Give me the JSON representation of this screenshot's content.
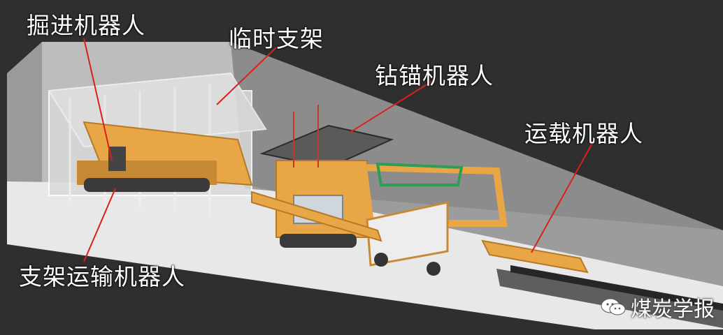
{
  "labels": {
    "excavator": "掘进机器人",
    "temp_support": "临时支架",
    "drill_anchor": "钻锚机器人",
    "carrier": "运载机器人",
    "support_transport": "支架运输机器人"
  },
  "watermark": "煤炭学报",
  "colors": {
    "background": "#3a3a3a",
    "tunnel_wall": "#c9c9c9",
    "floor": "#e6e6e6",
    "machine": "#e9a646",
    "leader_line": "#d8211a",
    "text": "#ffffff"
  }
}
